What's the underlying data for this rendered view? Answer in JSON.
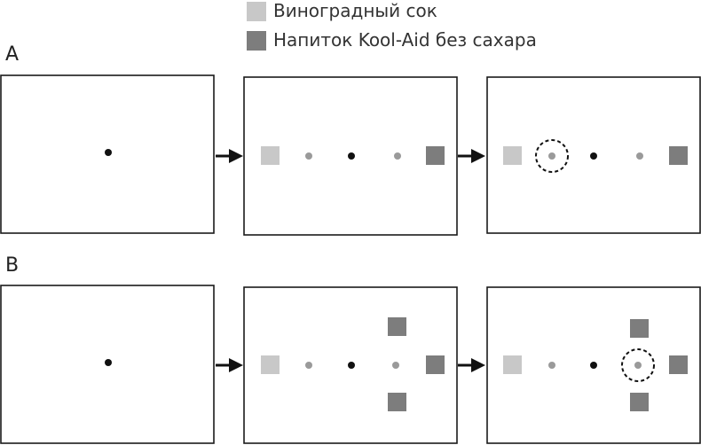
{
  "legend": {
    "items": [
      {
        "label": "Виноградный сок",
        "color": "#c8c8c8"
      },
      {
        "label": "Напиток Kool-Aid без сахара",
        "color": "#7d7d7d"
      }
    ]
  },
  "rows": [
    {
      "label": "A"
    },
    {
      "label": "B"
    }
  ],
  "colors": {
    "frame": "#1a1a1a",
    "fixation": "#111111",
    "probe_dot": "#9a9a9a",
    "arrow": "#111111"
  }
}
